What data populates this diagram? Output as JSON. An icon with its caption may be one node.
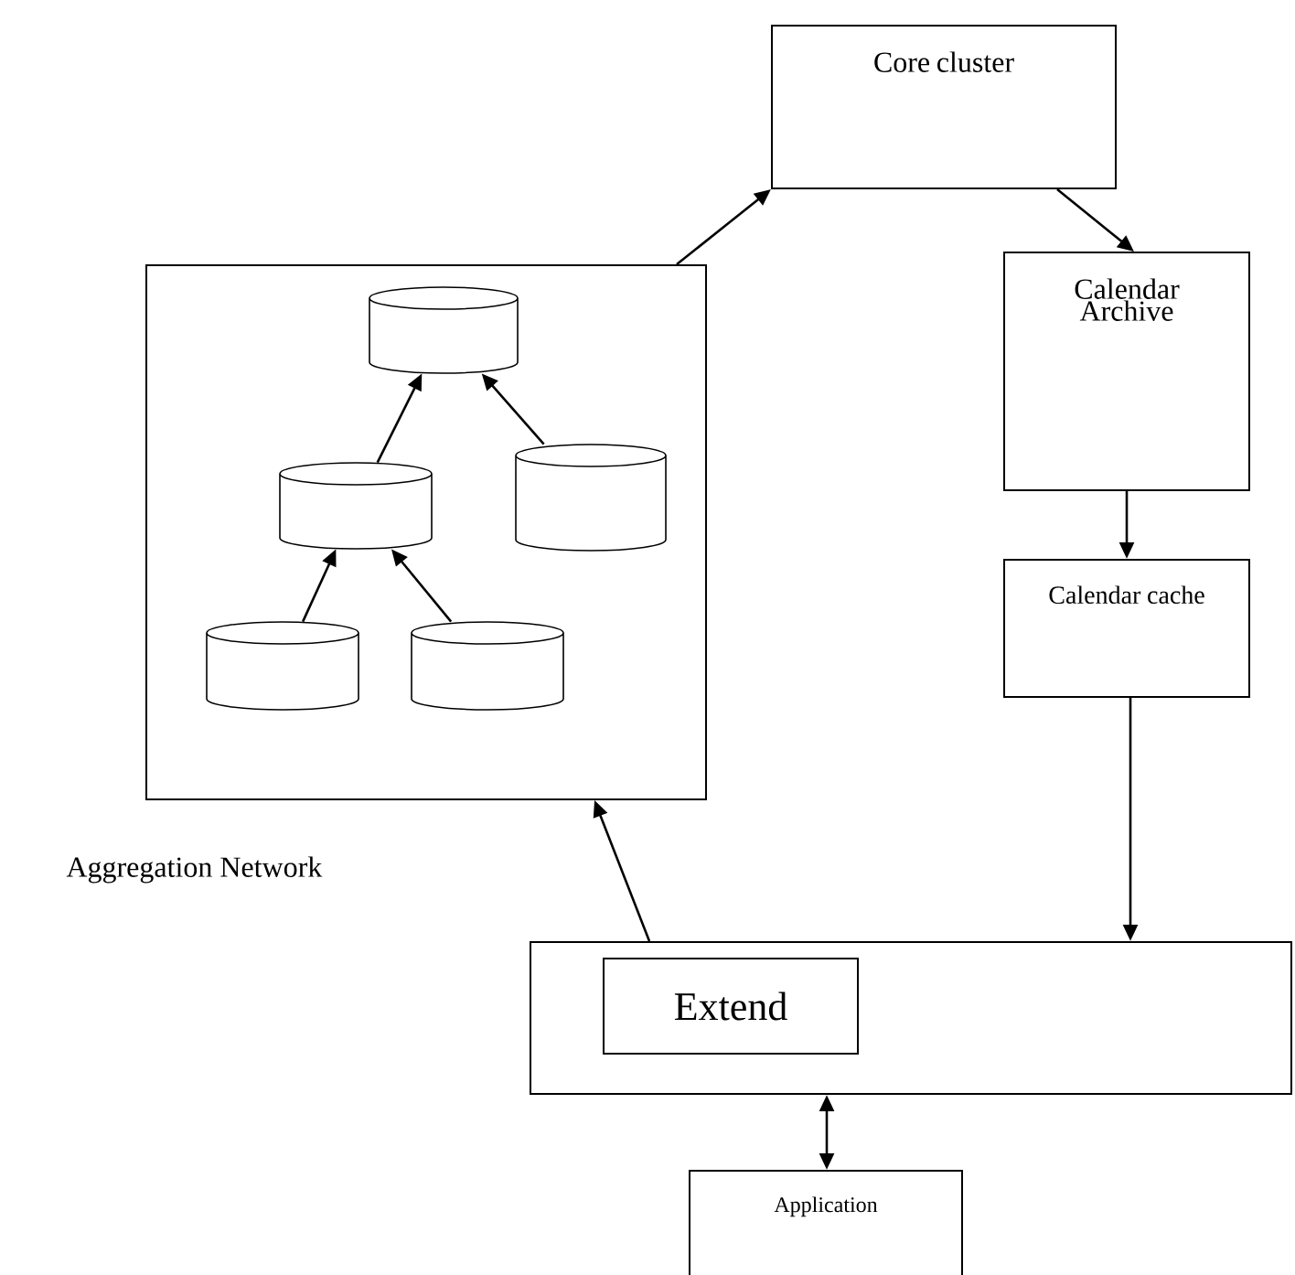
{
  "diagram": {
    "nodes": [
      {
        "text": [
          "Core cluster"
        ]
      },
      {
        "text": [],
        "shape": "box",
        "beside": [
          "Aggregation Network"
        ]
      },
      {
        "text": [],
        "shape": "cylinder",
        "in": 1
      },
      {
        "text": [],
        "shape": "cylinder",
        "in": 1
      },
      {
        "text": [],
        "shape": "cylinder",
        "in": 1
      },
      {
        "text": [],
        "shape": "cylinder",
        "in": 1
      },
      {
        "text": [],
        "shape": "cylinder",
        "in": 1
      },
      {
        "text": [
          "Calendar Archive"
        ]
      },
      {
        "text": [
          "Calendar cache"
        ]
      },
      {
        "text": [],
        "shape": "box"
      },
      {
        "text": [
          "Extend"
        ],
        "in": 9
      },
      {
        "text": [
          "Application"
        ]
      }
    ],
    "edges": [
      {
        "from": 1,
        "to": 0,
        "arrow": "to"
      },
      {
        "from": 0,
        "to": 7,
        "arrow": "to"
      },
      {
        "from": 7,
        "to": 8,
        "arrow": "to"
      },
      {
        "from": 8,
        "to": 9,
        "arrow": "to"
      },
      {
        "from": 9,
        "to": 1,
        "arrow": "to"
      },
      {
        "from": 9,
        "to": 11,
        "arrow": "both"
      },
      {
        "from": 3,
        "to": 2,
        "arrow": "to"
      },
      {
        "from": 4,
        "to": 2,
        "arrow": "to"
      },
      {
        "from": 5,
        "to": 3,
        "arrow": "to"
      },
      {
        "from": 6,
        "to": 3,
        "arrow": "to"
      }
    ]
  }
}
